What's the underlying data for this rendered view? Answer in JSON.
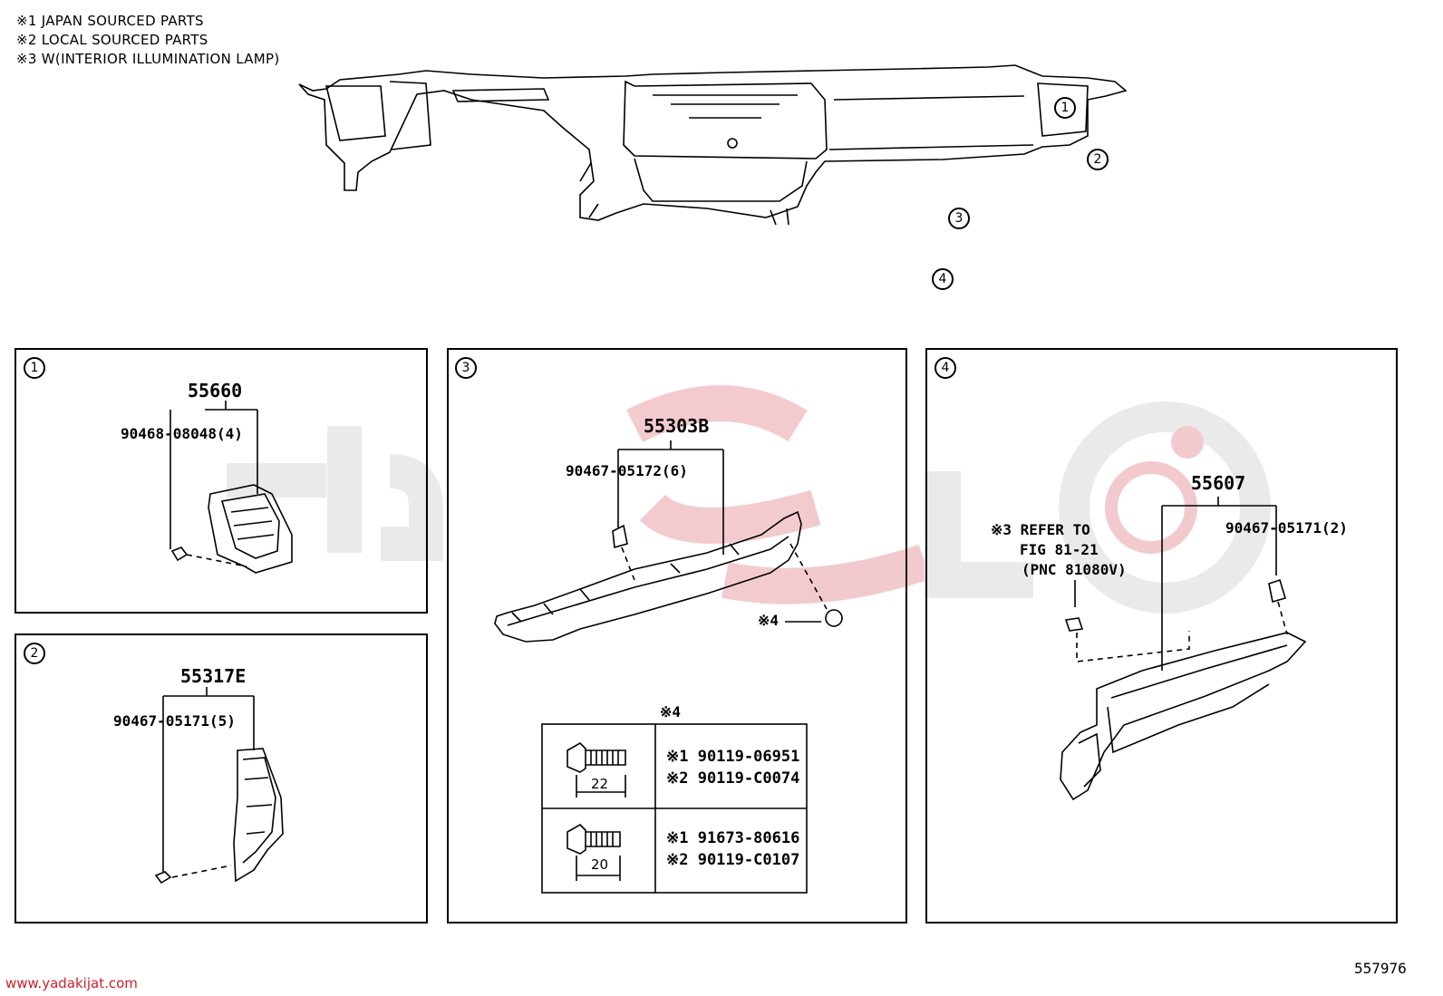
{
  "notes": [
    "※1 JAPAN SOURCED PARTS",
    "※2 LOCAL SOURCED PARTS",
    "※3 W(INTERIOR ILLUMINATION LAMP)"
  ],
  "overview_callouts": [
    "1",
    "2",
    "3",
    "4"
  ],
  "panels": {
    "p1": {
      "index": "1",
      "part": "55660",
      "sub": "90468-08048(4)"
    },
    "p2": {
      "index": "2",
      "part": "55317E",
      "sub": "90467-05171(5)"
    },
    "p3": {
      "index": "3",
      "part": "55303B",
      "sub": "90467-05172(6)",
      "ref": "※4"
    },
    "p4": {
      "index": "4",
      "part": "55607",
      "sub": "90467-05171(2)",
      "refer": [
        "※3 REFER TO",
        "FIG 81-21",
        "(PNC 81080V)"
      ]
    }
  },
  "fastener_table": {
    "title": "※4",
    "rows": [
      {
        "length": "22",
        "line1": "※1 90119-06951",
        "line2": "※2 90119-C0074"
      },
      {
        "length": "20",
        "line1": "※1 91673-80616",
        "line2": "※2 90119-C0107"
      }
    ]
  },
  "watermark_url": "www.yadakijat.com",
  "illustration_code": "557976",
  "colors": {
    "watermark": "#cc1f2a",
    "watermark_gray": "#d9d9d9"
  }
}
